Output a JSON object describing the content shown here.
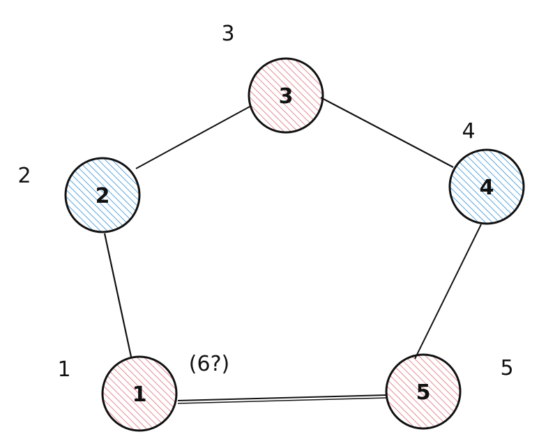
{
  "diagram": {
    "type": "graph",
    "description": "Pentagon cycle graph with 5 nodes, colored alternately",
    "colors": {
      "red": "#e06c75",
      "blue": "#2f8fd6",
      "stroke": "#111111"
    },
    "nodes": [
      {
        "id": "1",
        "label": "1",
        "outer_label": "1",
        "color": "red"
      },
      {
        "id": "2",
        "label": "2",
        "outer_label": "2",
        "color": "blue"
      },
      {
        "id": "3",
        "label": "3",
        "outer_label": "3",
        "color": "red"
      },
      {
        "id": "4",
        "label": "4",
        "outer_label": "4",
        "color": "blue"
      },
      {
        "id": "5",
        "label": "5",
        "outer_label": "5",
        "color": "red"
      }
    ],
    "edges": [
      [
        "1",
        "2"
      ],
      [
        "2",
        "3"
      ],
      [
        "3",
        "4"
      ],
      [
        "4",
        "5"
      ],
      [
        "5",
        "1"
      ]
    ],
    "annotation": "(6?)"
  }
}
